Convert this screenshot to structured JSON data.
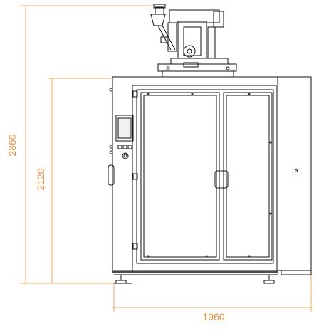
{
  "dimensions": {
    "total_height": "2860",
    "cabinet_height": "2120",
    "width": "1960"
  },
  "colors": {
    "dimension": "#e8923a",
    "line": "#111111",
    "background": "#ffffff"
  }
}
